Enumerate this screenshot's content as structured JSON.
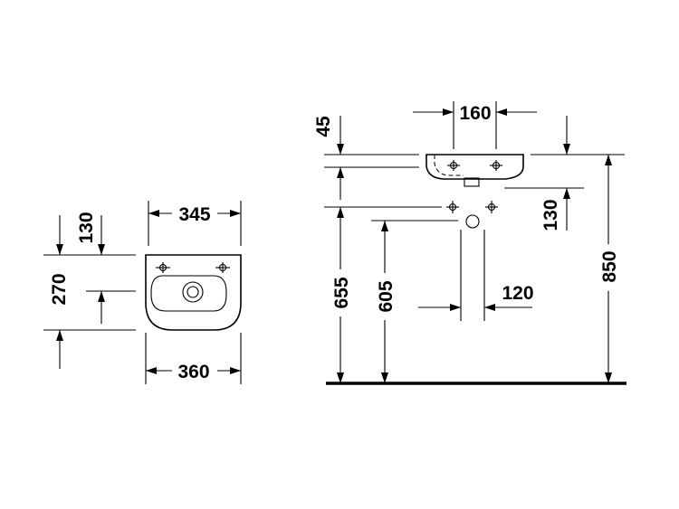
{
  "dimensions": {
    "width_top": "345",
    "width_bottom": "360",
    "depth_total": "270",
    "tap_offset_front": "130",
    "rear_gap": "45",
    "tap_spacing": "160",
    "waste_drop": "130",
    "height_top": "850",
    "height_supply": "655",
    "height_waste": "605",
    "waste_offset": "120"
  }
}
